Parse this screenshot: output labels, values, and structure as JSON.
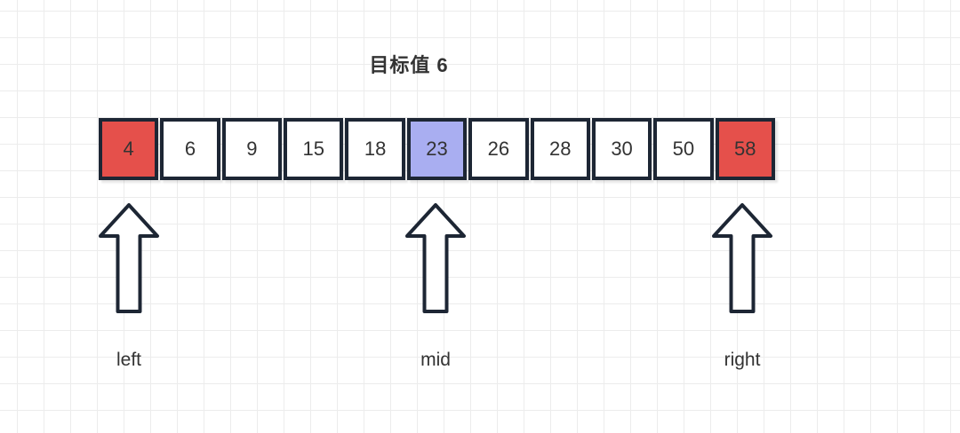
{
  "title": "目标值 6",
  "array": {
    "cells": [
      {
        "value": "4",
        "highlight": "red"
      },
      {
        "value": "6",
        "highlight": "none"
      },
      {
        "value": "9",
        "highlight": "none"
      },
      {
        "value": "15",
        "highlight": "none"
      },
      {
        "value": "18",
        "highlight": "none"
      },
      {
        "value": "23",
        "highlight": "purple"
      },
      {
        "value": "26",
        "highlight": "none"
      },
      {
        "value": "28",
        "highlight": "none"
      },
      {
        "value": "30",
        "highlight": "none"
      },
      {
        "value": "50",
        "highlight": "none"
      },
      {
        "value": "58",
        "highlight": "red"
      }
    ]
  },
  "pointers": [
    {
      "label": "left",
      "index": 0
    },
    {
      "label": "mid",
      "index": 5
    },
    {
      "label": "right",
      "index": 10
    }
  ],
  "colors": {
    "red": "#e5504b",
    "purple": "#a9aef1",
    "ink": "#1d2634",
    "text": "#333333",
    "grid_line": "#ececec",
    "background": "#ffffff"
  }
}
